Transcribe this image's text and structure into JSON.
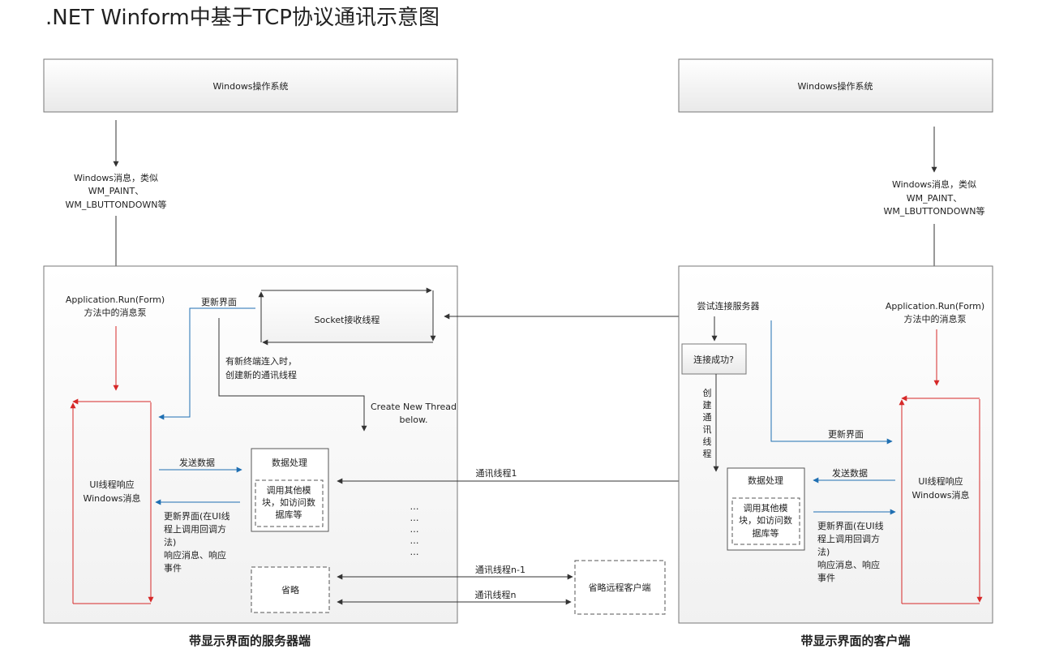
{
  "title": ".NET Winform中基于TCP协议通讯示意图",
  "server": {
    "os_box": "Windows操作系统",
    "win_msg": [
      "Windows消息，类似",
      "WM_PAINT、",
      "WM_LBUTTONDOWN等"
    ],
    "msg_pump": [
      "Application.Run(Form)",
      "方法中的消息泵"
    ],
    "update_ui_label": "更新界面",
    "socket_box": "Socket接收线程",
    "new_terminal": [
      "有新终端连入时，",
      "创建新的通讯线程"
    ],
    "create_thread": [
      "Create New Thread",
      "below."
    ],
    "ui_thread": [
      "UI线程响应",
      "Windows消息"
    ],
    "send_data": "发送数据",
    "update_ui_callback": [
      "更新界面(在UI线",
      "程上调用回调方",
      "法)",
      "响应消息、响应",
      "事件"
    ],
    "data_proc": "数据处理",
    "call_modules": [
      "调用其他模",
      "块，如访问数",
      "据库等"
    ],
    "dots": [
      "…",
      "…",
      "…",
      "…",
      "…"
    ],
    "omit_box": "省略",
    "caption": "带显示界面的服务器端"
  },
  "links": {
    "comm_thread_1": "通讯线程1",
    "comm_thread_n1": "通讯线程n-1",
    "comm_thread_n": "通讯线程n",
    "omit_remote": "省略远程客户端"
  },
  "client": {
    "os_box": "Windows操作系统",
    "win_msg": [
      "Windows消息，类似",
      "WM_PAINT、",
      "WM_LBUTTONDOWN等"
    ],
    "msg_pump": [
      "Application.Run(Form)",
      "方法中的消息泵"
    ],
    "try_connect": "尝试连接服务器",
    "connect_ok": "连接成功?",
    "create_comm": [
      "创",
      "建",
      "通",
      "讯",
      "线",
      "程"
    ],
    "update_ui_label": "更新界面",
    "ui_thread": [
      "UI线程响应",
      "Windows消息"
    ],
    "send_data": "发送数据",
    "data_proc": "数据处理",
    "call_modules": [
      "调用其他模",
      "块，如访问数",
      "据库等"
    ],
    "update_ui_callback": [
      "更新界面(在UI线",
      "程上调用回调方",
      "法)",
      "响应消息、响应",
      "事件"
    ],
    "caption": "带显示界面的客户端"
  },
  "colors": {
    "red": "#d62828",
    "blue": "#1f6fb2",
    "dark": "#333333"
  }
}
